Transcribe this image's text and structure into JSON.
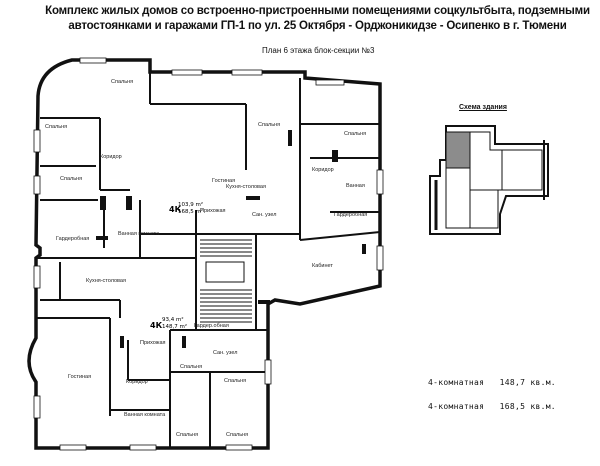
{
  "header": {
    "title_line1": "Комплекс жилых домов со встроенно-пристроенными помещениями соцкультбыта, подземными",
    "title_line2": "автостоянками и гаражами ГП-1 по ул. 25 Октября - Орджоникидзе - Осипенко в г. Тюмени",
    "subtitle": "План 6 этажа блок-секции №3"
  },
  "scheme": {
    "title": "Схема здания",
    "highlight_color": "#8c8c8c"
  },
  "apartments": [
    {
      "code": "4К",
      "area_living": "103,9 m²",
      "area_total": "168,5 m²"
    },
    {
      "code": "4К",
      "area_living": "93,4 m²",
      "area_total": "148,7 m²"
    }
  ],
  "rooms": {
    "bedroom": "Спальня",
    "living": "Гостиная",
    "kitchen": "Кухня-столовая",
    "hall": "Прихожая",
    "corridor": "Коридор",
    "bath": "Ванная комната",
    "bath_short": "Ванная",
    "wc": "Сан. узел",
    "dressing": "Гардеробная",
    "office": "Кабинет",
    "laundry": "Гардер.обная"
  },
  "legend": [
    {
      "type": "4-комнатная",
      "area": "148,7 кв.м."
    },
    {
      "type": "4-комнатная",
      "area": "168,5 кв.м."
    }
  ]
}
